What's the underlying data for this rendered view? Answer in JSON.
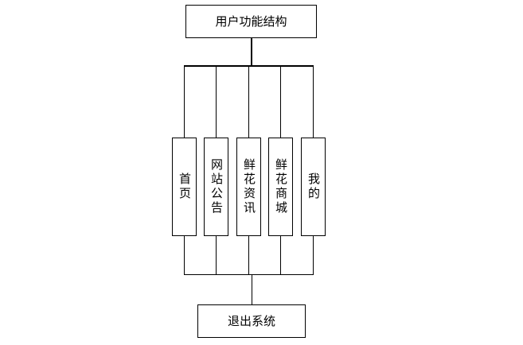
{
  "diagram": {
    "root": {
      "label": "用户功能结构"
    },
    "modules": [
      {
        "label": "首页"
      },
      {
        "label": "网站公告"
      },
      {
        "label": "鲜花资讯"
      },
      {
        "label": "鲜花商城"
      },
      {
        "label": "我的"
      }
    ],
    "exit": {
      "label": "退出系统"
    }
  }
}
